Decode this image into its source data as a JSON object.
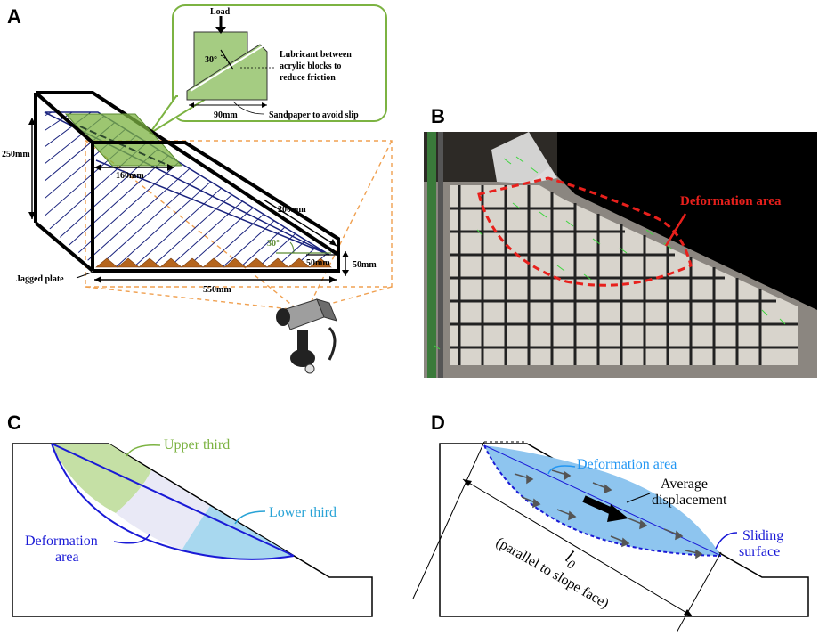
{
  "panels": {
    "a": {
      "letter": "A",
      "callout": {
        "load": "Load",
        "angle": "30°",
        "lubricant_line1": "Lubricant between",
        "lubricant_line2": "acrylic blocks to",
        "lubricant_line3": "reduce friction",
        "width": "90mm",
        "sandpaper": "Sandpaper to avoid slip"
      },
      "dims": {
        "height": "250mm",
        "top_width": "160mm",
        "slope": "200mm",
        "angle": "30°",
        "toe_width": "50mm",
        "toe_height": "50mm",
        "length": "550mm",
        "jagged_plate": "Jagged plate"
      },
      "colors": {
        "highlight": "#7cb342",
        "frame": "#1a237e",
        "camera_guide": "#f0a050",
        "jagged": "#b5651d"
      }
    },
    "b": {
      "letter": "B",
      "deformation_label": "Deformation area",
      "colors": {
        "boundary": "#e8201c",
        "vectors": "#3dd63d"
      }
    },
    "c": {
      "letter": "C",
      "upper_third": "Upper third",
      "lower_third": "Lower third",
      "deformation_line1": "Deformation",
      "deformation_line2": "area",
      "colors": {
        "upper": "#c5e0a5",
        "lower": "#a8d8ef",
        "outline": "#1a1ad6",
        "upper_text": "#7cb342",
        "lower_text": "#29a3d6"
      }
    },
    "d": {
      "letter": "D",
      "deformation_label": "Deformation area",
      "avg_line1": "Average",
      "avg_line2": "displacement",
      "sliding_line1": "Sliding",
      "sliding_line2": "surface",
      "length_symbol": "l",
      "length_subscript": "0",
      "parallel_note": "(parallel to slope face)",
      "colors": {
        "fill": "#8ec5ef",
        "surface": "#1a1ad6",
        "label": "#2196f3"
      }
    }
  }
}
